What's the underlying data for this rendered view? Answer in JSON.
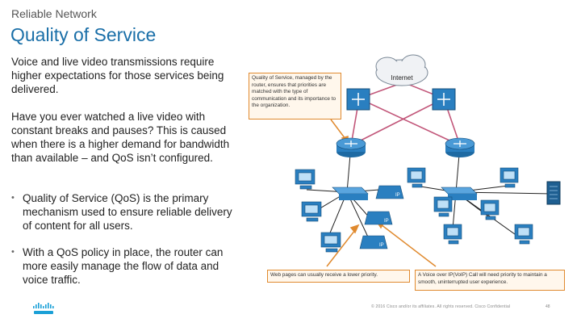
{
  "header": {
    "kicker": "Reliable Network",
    "title": "Quality of Service"
  },
  "body": {
    "para1": "Voice and live video transmissions require higher expectations for those services being delivered.",
    "para2": "Have you ever watched a live video with constant breaks and pauses? This is caused when there is a higher demand for bandwidth than available – and QoS isn’t configured.",
    "bullets": [
      "Quality of Service (QoS) is the primary mechanism used to ensure reliable delivery of content for all users.",
      "With a QoS policy in place, the router can more easily manage the flow of data and voice traffic."
    ]
  },
  "diagram": {
    "cloud_label": "Internet",
    "callout_top": "Quality of Service, managed by the router, ensures that priorities are matched with the type of communication and its importance to the organization.",
    "callout_left": "Web pages can usually receive a lower priority.",
    "callout_right": "A Voice over IP(VoIP) Call will need priority to maintain a smooth, uninterrupted user experience.",
    "phone_label": "IP"
  },
  "footer": {
    "copyright": "© 2016  Cisco and/or its affiliates. All rights reserved.   Cisco Confidential",
    "page_number": "48"
  },
  "colors": {
    "title": "#1a6fa8",
    "device_blue": "#2a7fc0",
    "callout_border": "#e08a2f",
    "logo": "#1ba0d7"
  }
}
